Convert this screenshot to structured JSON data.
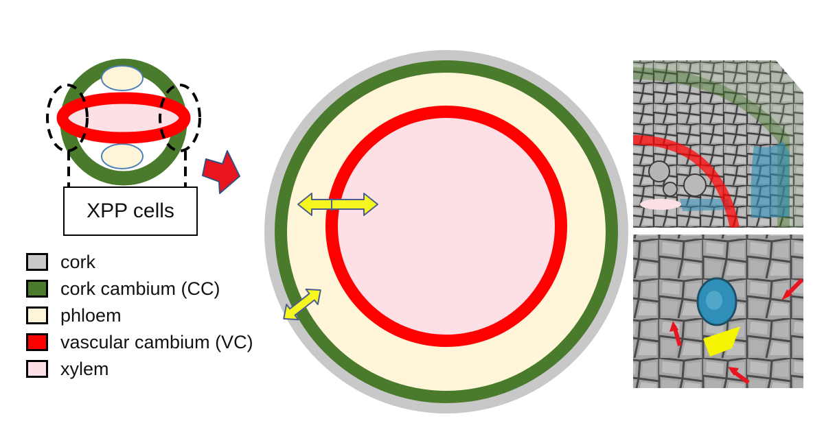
{
  "figure": {
    "xpp_box_label": "XPP cells",
    "legend": [
      {
        "label": "cork",
        "color": "#c8c8c8"
      },
      {
        "label": "cork cambium (CC)",
        "color": "#4a7a2c"
      },
      {
        "label": "phloem",
        "color": "#fff5d8"
      },
      {
        "label": "vascular cambium (VC)",
        "color": "#ff0000"
      },
      {
        "label": "xylem",
        "color": "#fce0e6"
      }
    ],
    "colors": {
      "cork": "#c8c8c8",
      "cork_cambium": "#4a7a2c",
      "phloem": "#fff5d8",
      "vascular_cambium": "#ff0000",
      "xylem": "#fce0e6",
      "double_arrow": "#f5f520",
      "block_arrow": "#e8141e",
      "micrograph_cell_stain": "#2f8fb8",
      "micrograph_arrowhead": "#f5f500"
    },
    "icons": [
      "block-arrow-right-icon",
      "double-arrow-icon",
      "arrowhead-icon"
    ]
  }
}
